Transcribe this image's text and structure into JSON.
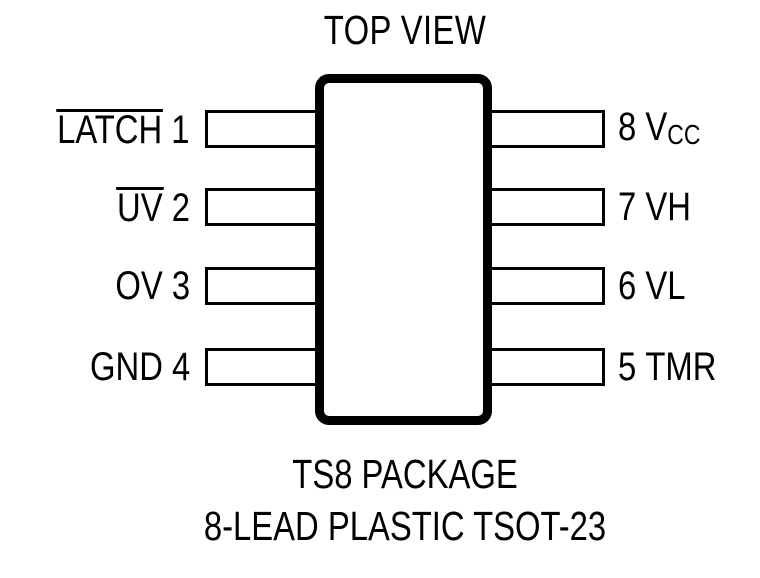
{
  "diagram": {
    "title": "TOP VIEW",
    "package_caption_line1": "TS8 PACKAGE",
    "package_caption_line2": "8-LEAD PLASTIC TSOT-23",
    "body_color": "#ffffff",
    "line_color": "#000000",
    "background_color": "#ffffff"
  },
  "pins": {
    "left": [
      {
        "number": "1",
        "name": "LATCH",
        "active_low": true,
        "label": "LATCH 1"
      },
      {
        "number": "2",
        "name": "UV",
        "active_low": true,
        "label": "UV 2"
      },
      {
        "number": "3",
        "name": "OV",
        "active_low": false,
        "label": "OV 3"
      },
      {
        "number": "4",
        "name": "GND",
        "active_low": false,
        "label": "GND 4"
      }
    ],
    "right": [
      {
        "number": "8",
        "name": "VCC",
        "base": "V",
        "subscript": "CC",
        "active_low": false,
        "label": "8 VCC"
      },
      {
        "number": "7",
        "name": "VH",
        "base": "VH",
        "subscript": "",
        "active_low": false,
        "label": "7 VH"
      },
      {
        "number": "6",
        "name": "VL",
        "base": "VL",
        "subscript": "",
        "active_low": false,
        "label": "6 VL"
      },
      {
        "number": "5",
        "name": "TMR",
        "base": "TMR",
        "subscript": "",
        "active_low": false,
        "label": "5 TMR"
      }
    ]
  }
}
